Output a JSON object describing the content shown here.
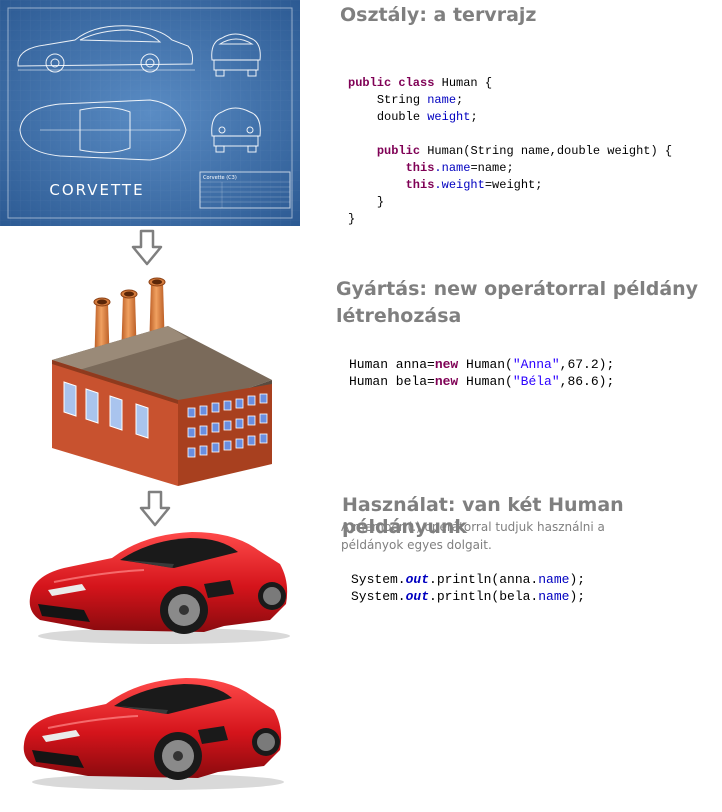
{
  "blueprint": {
    "brand": "CORVETTE",
    "spec_title": "Corvette (C3)"
  },
  "section1": {
    "title": "Osztály: a tervrajz",
    "code": {
      "l1_kw": "public class",
      "l1_rest": " Human {",
      "l2_type": "String ",
      "l2_field": "name",
      "l3_type": "double ",
      "l3_field": "weight",
      "l5_kw": "public",
      "l5_rest": " Human(String name,double weight) {",
      "l6_kw": "this",
      "l6_field": ".name",
      "l6_rest": "=name;",
      "l7_kw": "this",
      "l7_field": ".weight",
      "l7_rest": "=weight;",
      "l8": "}",
      "l9": "}"
    }
  },
  "section2": {
    "title_line1": "Gyártás: new operátorral példány",
    "title_line2": "létrehozása",
    "code": {
      "a1": "Human anna=",
      "a_new": "new",
      "a2": " Human(",
      "a_str": "\"Anna\"",
      "a3": ",67.2);",
      "b1": "Human bela=",
      "b_new": "new",
      "b2": " Human(",
      "b_str": "\"Béla\"",
      "b3": ",86.6);"
    }
  },
  "section3": {
    "title": "Használat: van két Human példányunk",
    "desc_line1": "A member (.) operátorral tudjuk használni a",
    "desc_line2": "példányok egyes dolgait.",
    "code": {
      "p1": "System.",
      "p_out": "out",
      "p2": ".println(anna.",
      "p_field": "name",
      "p3": ");",
      "q1": "System.",
      "q_out": "out",
      "q2": ".println(bela.",
      "q_field": "name",
      "q3": ");"
    }
  },
  "colors": {
    "blueprint": "#3d6ea8",
    "factory_brick": "#c8522f",
    "car_red": "#d4141b",
    "arrow": "#7f7f7f"
  }
}
